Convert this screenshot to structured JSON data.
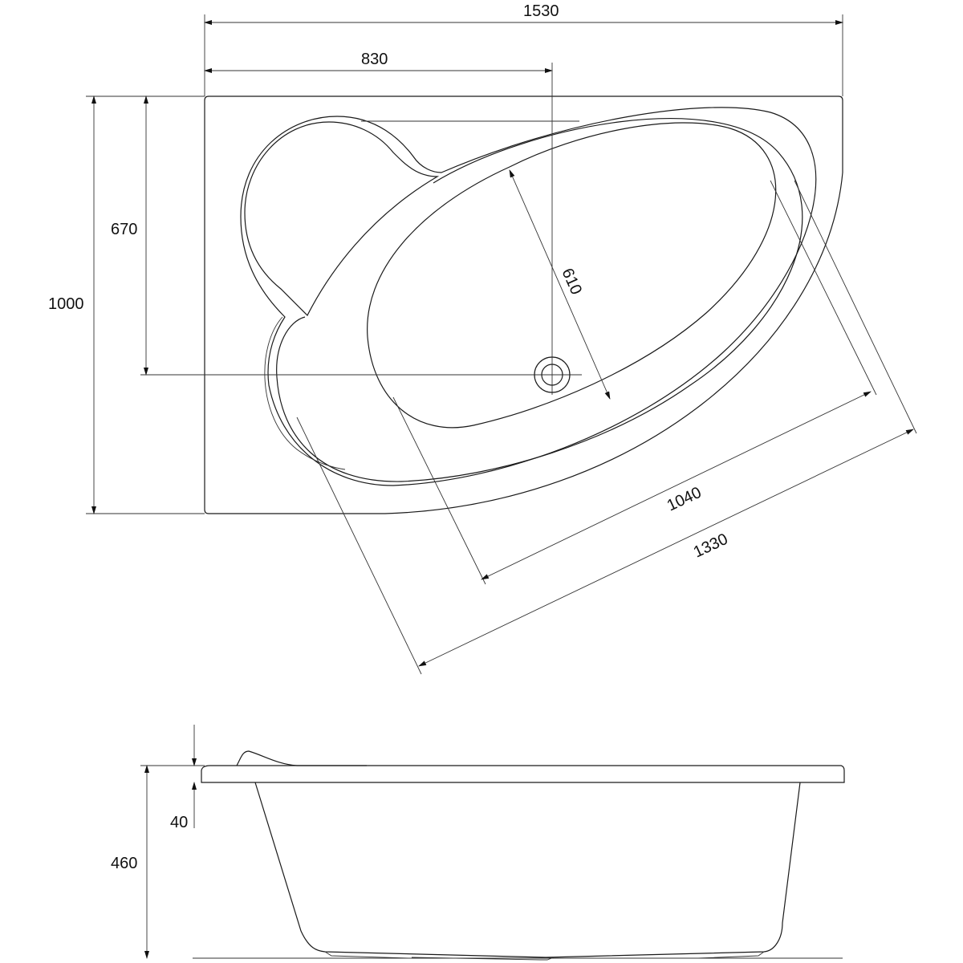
{
  "title": "Corner bathtub dimension drawing",
  "plan_view": {
    "overall_width": "1530",
    "drain_offset_x": "830",
    "overall_depth": "1000",
    "drain_offset_y": "670",
    "bowl_width": "610",
    "bowl_length": "1040",
    "diagonal_length": "1330"
  },
  "side_view": {
    "rim_thickness": "40",
    "overall_height": "460"
  },
  "colors": {
    "line": "#1a1a1a",
    "background": "#ffffff"
  }
}
